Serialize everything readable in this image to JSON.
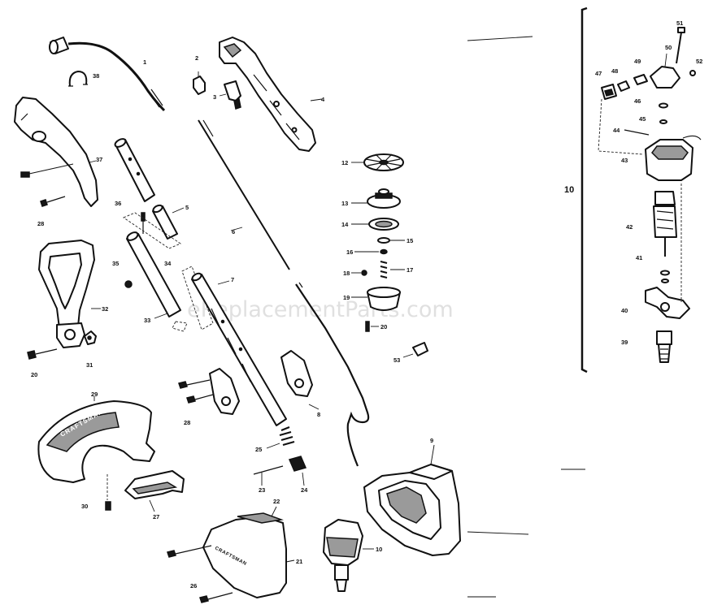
{
  "diagram": {
    "watermark": "eReplacementParts.com",
    "shroud_lettering": "CRAFTSMAN",
    "motor_housing_lettering": "CRAFTSMAN",
    "part_labels": {
      "p1": "1",
      "p2": "2",
      "p3": "3",
      "p4": "4",
      "p5": "5",
      "p6": "6",
      "p7": "7",
      "p8": "8",
      "p9": "9",
      "p10": "10",
      "p10b": "10",
      "p12": "12",
      "p13": "13",
      "p14": "14",
      "p15": "15",
      "p16": "16",
      "p17": "17",
      "p18": "18",
      "p19": "19",
      "p20a": "20",
      "p20b": "20",
      "p21": "21",
      "p22": "22",
      "p23": "23",
      "p24": "24",
      "p25": "25",
      "p26": "26",
      "p27": "27",
      "p28a": "28",
      "p28b": "28",
      "p29": "29",
      "p30": "30",
      "p31": "31",
      "p32": "32",
      "p33": "33",
      "p34": "34",
      "p35": "35",
      "p36": "36",
      "p37": "37",
      "p38": "38",
      "p39": "39",
      "p40": "40",
      "p41": "41",
      "p42": "42",
      "p43": "43",
      "p44": "44",
      "p45": "45",
      "p46": "46",
      "p47": "47",
      "p48": "48",
      "p49": "49",
      "p50": "50",
      "p51": "51",
      "p52": "52",
      "p53": "53"
    }
  }
}
